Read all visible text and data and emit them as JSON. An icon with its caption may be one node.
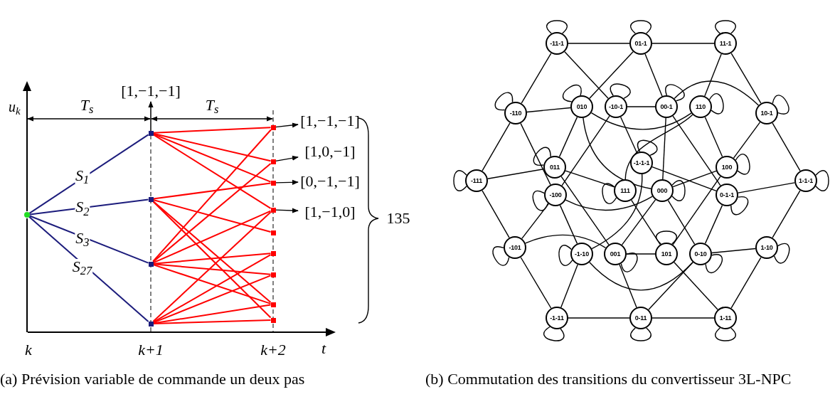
{
  "diagram": {
    "nodes": [
      {
        "text": [],
        "shape": "circle"
      },
      {
        "text": [],
        "shape": "box"
      },
      {
        "text": [],
        "shape": "box"
      },
      {
        "text": [],
        "shape": "box"
      },
      {
        "text": [],
        "shape": "box"
      },
      {
        "text": [],
        "shape": "box"
      },
      {
        "text": [],
        "shape": "box"
      },
      {
        "text": [],
        "shape": "box"
      },
      {
        "text": [],
        "shape": "box"
      },
      {
        "text": [],
        "shape": "box"
      },
      {
        "text": [],
        "shape": "box"
      },
      {
        "text": [],
        "shape": "box"
      },
      {
        "text": [],
        "shape": "box"
      },
      {
        "text": [],
        "shape": "box"
      },
      {
        "text": [
          "[1,−1,−1]"
        ]
      },
      {
        "text": [
          "[1,0,−1]"
        ]
      },
      {
        "text": [
          "[0,−1,−1]"
        ]
      },
      {
        "text": [
          "[1,−1,0]"
        ]
      },
      {
        "text": [
          "-11-1"
        ]
      },
      {
        "text": [
          "01-1"
        ]
      },
      {
        "text": [
          "11-1"
        ]
      },
      {
        "text": [
          "-110"
        ]
      },
      {
        "text": [
          "010"
        ]
      },
      {
        "text": [
          "-10-1"
        ]
      },
      {
        "text": [
          "00-1"
        ]
      },
      {
        "text": [
          "110"
        ]
      },
      {
        "text": [
          "10-1"
        ]
      },
      {
        "text": [
          "011"
        ]
      },
      {
        "text": [
          "-1-1-1"
        ]
      },
      {
        "text": [
          "100"
        ]
      },
      {
        "text": [
          "-111"
        ]
      },
      {
        "text": [
          "-100"
        ]
      },
      {
        "text": [
          "111"
        ]
      },
      {
        "text": [
          "000"
        ]
      },
      {
        "text": [
          "0-1-1"
        ]
      },
      {
        "text": [
          "1-1-1"
        ]
      },
      {
        "text": [
          "-101"
        ]
      },
      {
        "text": [
          "-1-10"
        ]
      },
      {
        "text": [
          "001"
        ]
      },
      {
        "text": [
          "101"
        ]
      },
      {
        "text": [
          "0-10"
        ]
      },
      {
        "text": [
          "1-10"
        ]
      },
      {
        "text": [
          "-1-11"
        ]
      },
      {
        "text": [
          "0-11"
        ]
      },
      {
        "text": [
          "1-11"
        ]
      }
    ],
    "edges": [
      {
        "from": 0,
        "to": 1,
        "arrow": "none",
        "label": "S$_{1}$",
        "color": "#1c1c7c"
      },
      {
        "from": 0,
        "to": 2,
        "arrow": "none",
        "label": "S$_{2}$",
        "color": "#1c1c7c"
      },
      {
        "from": 0,
        "to": 3,
        "arrow": "none",
        "label": "S$_{3}$",
        "color": "#1c1c7c"
      },
      {
        "from": 0,
        "to": 4,
        "arrow": "none",
        "label": "S$_{27}$",
        "color": "#1c1c7c"
      },
      {
        "from": 1,
        "to": 5,
        "arrow": "none",
        "color": "#ff0000"
      },
      {
        "from": 1,
        "to": 6,
        "arrow": "none",
        "color": "#ff0000"
      },
      {
        "from": 1,
        "to": 7,
        "arrow": "none",
        "color": "#ff0000"
      },
      {
        "from": 1,
        "to": 8,
        "arrow": "none",
        "color": "#ff0000"
      },
      {
        "from": 2,
        "to": 7,
        "arrow": "none",
        "color": "#ff0000"
      },
      {
        "from": 2,
        "to": 9,
        "arrow": "none",
        "color": "#ff0000"
      },
      {
        "from": 2,
        "to": 12,
        "arrow": "none",
        "color": "#ff0000"
      },
      {
        "from": 2,
        "to": 13,
        "arrow": "none",
        "color": "#ff0000"
      },
      {
        "from": 3,
        "to": 5,
        "arrow": "none",
        "color": "#ff0000"
      },
      {
        "from": 3,
        "to": 6,
        "arrow": "none",
        "color": "#ff0000"
      },
      {
        "from": 3,
        "to": 8,
        "arrow": "none",
        "color": "#ff0000"
      },
      {
        "from": 3,
        "to": 10,
        "arrow": "none",
        "color": "#ff0000"
      },
      {
        "from": 3,
        "to": 11,
        "arrow": "none",
        "color": "#ff0000"
      },
      {
        "from": 3,
        "to": 12,
        "arrow": "none",
        "color": "#ff0000"
      },
      {
        "from": 4,
        "to": 8,
        "arrow": "none",
        "color": "#ff0000"
      },
      {
        "from": 4,
        "to": 10,
        "arrow": "none",
        "color": "#ff0000"
      },
      {
        "from": 4,
        "to": 11,
        "arrow": "none",
        "color": "#ff0000"
      },
      {
        "from": 4,
        "to": 12,
        "arrow": "none",
        "color": "#ff0000"
      },
      {
        "from": 4,
        "to": 13,
        "arrow": "none",
        "color": "#ff0000"
      },
      {
        "from": 5,
        "to": 14,
        "arrow": "to"
      },
      {
        "from": 6,
        "to": 15,
        "arrow": "to"
      },
      {
        "from": 7,
        "to": 16,
        "arrow": "to"
      },
      {
        "from": 8,
        "to": 17,
        "arrow": "to"
      },
      {
        "from": 18,
        "to": 19,
        "arrow": "none"
      },
      {
        "from": 19,
        "to": 20,
        "arrow": "none"
      },
      {
        "from": 18,
        "to": 21,
        "arrow": "none"
      },
      {
        "from": 18,
        "to": 23,
        "arrow": "none"
      },
      {
        "from": 19,
        "to": 22,
        "arrow": "none"
      },
      {
        "from": 19,
        "to": 24,
        "arrow": "none"
      },
      {
        "from": 20,
        "to": 25,
        "arrow": "none"
      },
      {
        "from": 20,
        "to": 26,
        "arrow": "none"
      },
      {
        "from": 21,
        "to": 22,
        "arrow": "none"
      },
      {
        "from": 23,
        "to": 24,
        "arrow": "none"
      },
      {
        "from": 21,
        "to": 30,
        "arrow": "none"
      },
      {
        "from": 21,
        "to": 31,
        "arrow": "none"
      },
      {
        "from": 22,
        "to": 27,
        "arrow": "none"
      },
      {
        "from": 22,
        "to": 33,
        "arrow": "none"
      },
      {
        "from": 22,
        "to": 25,
        "arrow": "none"
      },
      {
        "from": 23,
        "to": 31,
        "arrow": "none"
      },
      {
        "from": 23,
        "to": 28,
        "arrow": "none"
      },
      {
        "from": 24,
        "to": 33,
        "arrow": "none"
      },
      {
        "from": 24,
        "to": 34,
        "arrow": "none"
      },
      {
        "from": 24,
        "to": 26,
        "arrow": "none"
      },
      {
        "from": 25,
        "to": 29,
        "arrow": "none"
      },
      {
        "from": 25,
        "to": 32,
        "arrow": "none"
      },
      {
        "from": 26,
        "to": 29,
        "arrow": "none"
      },
      {
        "from": 26,
        "to": 35,
        "arrow": "none"
      },
      {
        "from": 27,
        "to": 30,
        "arrow": "none"
      },
      {
        "from": 27,
        "to": 32,
        "arrow": "none"
      },
      {
        "from": 27,
        "to": 38,
        "arrow": "none"
      },
      {
        "from": 28,
        "to": 34,
        "arrow": "none"
      },
      {
        "from": 28,
        "to": 37,
        "arrow": "none"
      },
      {
        "from": 29,
        "to": 33,
        "arrow": "none"
      },
      {
        "from": 29,
        "to": 39,
        "arrow": "none"
      },
      {
        "from": 30,
        "to": 36,
        "arrow": "none"
      },
      {
        "from": 31,
        "to": 33,
        "arrow": "none"
      },
      {
        "from": 31,
        "to": 36,
        "arrow": "none"
      },
      {
        "from": 31,
        "to": 37,
        "arrow": "none"
      },
      {
        "from": 32,
        "to": 39,
        "arrow": "none"
      },
      {
        "from": 33,
        "to": 38,
        "arrow": "none"
      },
      {
        "from": 33,
        "to": 40,
        "arrow": "none"
      },
      {
        "from": 34,
        "to": 40,
        "arrow": "none"
      },
      {
        "from": 35,
        "to": 34,
        "arrow": "none"
      },
      {
        "from": 35,
        "to": 41,
        "arrow": "none"
      },
      {
        "from": 36,
        "to": 38,
        "arrow": "none"
      },
      {
        "from": 36,
        "to": 42,
        "arrow": "none"
      },
      {
        "from": 37,
        "to": 42,
        "arrow": "none"
      },
      {
        "from": 37,
        "to": 40,
        "arrow": "none"
      },
      {
        "from": 38,
        "to": 39,
        "arrow": "none"
      },
      {
        "from": 38,
        "to": 43,
        "arrow": "none"
      },
      {
        "from": 39,
        "to": 44,
        "arrow": "none"
      },
      {
        "from": 40,
        "to": 41,
        "arrow": "none"
      },
      {
        "from": 40,
        "to": 43,
        "arrow": "none"
      },
      {
        "from": 41,
        "to": 44,
        "arrow": "none"
      },
      {
        "from": 42,
        "to": 43,
        "arrow": "none"
      },
      {
        "from": 43,
        "to": 44,
        "arrow": "none"
      },
      {
        "from": 18,
        "to": 18,
        "arrow": "none"
      },
      {
        "from": 19,
        "to": 19,
        "arrow": "none"
      },
      {
        "from": 20,
        "to": 20,
        "arrow": "none"
      },
      {
        "from": 21,
        "to": 21,
        "arrow": "none"
      },
      {
        "from": 22,
        "to": 22,
        "arrow": "none"
      },
      {
        "from": 23,
        "to": 23,
        "arrow": "none"
      },
      {
        "from": 24,
        "to": 24,
        "arrow": "none"
      },
      {
        "from": 25,
        "to": 25,
        "arrow": "none"
      },
      {
        "from": 26,
        "to": 26,
        "arrow": "none"
      },
      {
        "from": 27,
        "to": 27,
        "arrow": "none"
      },
      {
        "from": 28,
        "to": 28,
        "arrow": "none"
      },
      {
        "from": 29,
        "to": 29,
        "arrow": "none"
      },
      {
        "from": 30,
        "to": 30,
        "arrow": "none"
      },
      {
        "from": 31,
        "to": 31,
        "arrow": "none"
      },
      {
        "from": 32,
        "to": 32,
        "arrow": "none"
      },
      {
        "from": 33,
        "to": 33,
        "arrow": "none"
      },
      {
        "from": 34,
        "to": 34,
        "arrow": "none"
      },
      {
        "from": 35,
        "to": 35,
        "arrow": "none"
      },
      {
        "from": 36,
        "to": 36,
        "arrow": "none"
      },
      {
        "from": 37,
        "to": 37,
        "arrow": "none"
      },
      {
        "from": 38,
        "to": 38,
        "arrow": "none"
      },
      {
        "from": 39,
        "to": 39,
        "arrow": "none"
      },
      {
        "from": 40,
        "to": 40,
        "arrow": "none"
      },
      {
        "from": 41,
        "to": 41,
        "arrow": "none"
      },
      {
        "from": 42,
        "to": 42,
        "arrow": "none"
      },
      {
        "from": 43,
        "to": 43,
        "arrow": "none"
      },
      {
        "from": 44,
        "to": 44,
        "arrow": "none"
      }
    ],
    "labels": [
      "u$_{k}$",
      "T$_{s}$",
      "[1,−1,−1]",
      "T$_{s}$",
      "135",
      "k",
      "k+1",
      "k+2",
      "t",
      "(a) Prévision variable de commande un deux pas",
      "(b) Commutation des transitions du convertisseur 3L-NPC"
    ]
  }
}
